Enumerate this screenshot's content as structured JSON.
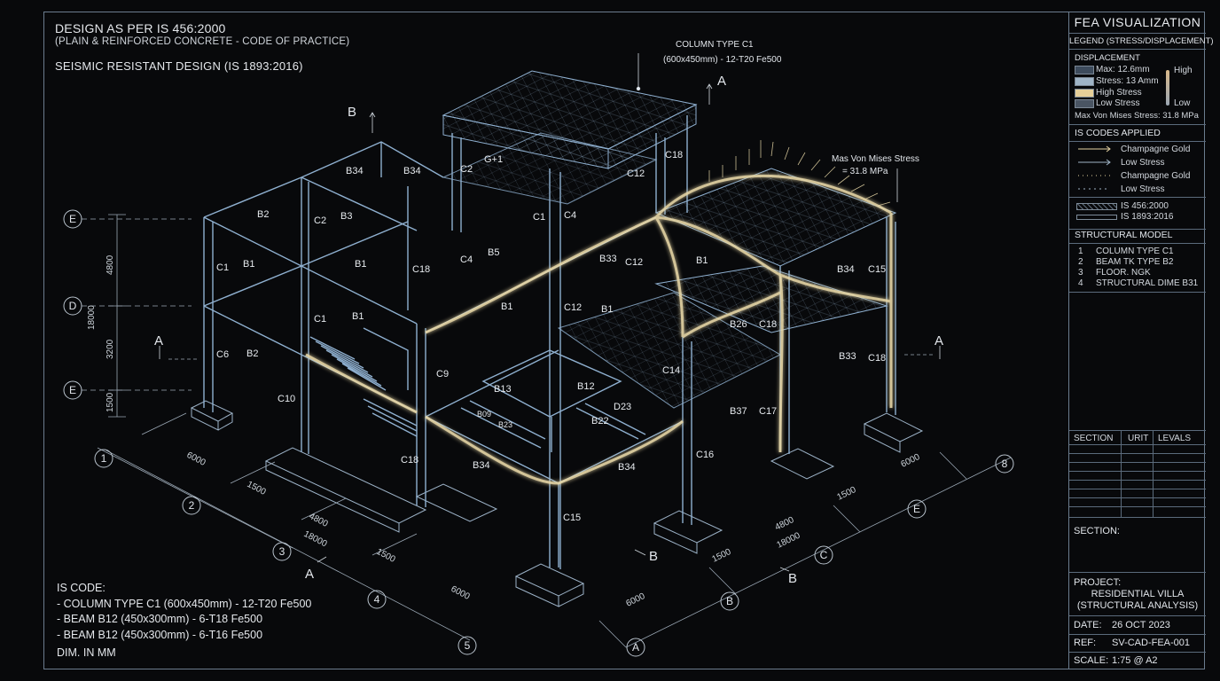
{
  "header": {
    "title": "DESIGN AS PER IS 456:2000",
    "subtitle": "(PLAIN & REINFORCED CONCRETE - CODE OF PRACTICE)",
    "seismic": "SEISMIC RESISTANT DESIGN (IS 1893:2016)"
  },
  "callouts": {
    "column_type_title": "COLUMN TYPE C1",
    "column_type_spec": "(600x450mm) - 12-T20 Fe500",
    "von_mises_title": "Mas Von Mises Stress",
    "von_mises_value": "= 31.8 MPa"
  },
  "section_marks": {
    "a": "A",
    "b": "B"
  },
  "grid_bubbles": {
    "left_col": [
      "1",
      "2",
      "3",
      "4",
      "5"
    ],
    "right_row": [
      "A",
      "B",
      "C",
      "E",
      "8"
    ],
    "vertical": [
      "E",
      "D",
      "E"
    ]
  },
  "dimensions": {
    "vertical": [
      "4800",
      "18000",
      "3200",
      "1500"
    ],
    "left_run": [
      "6000",
      "1500",
      "4800",
      "18000",
      "1500",
      "6000"
    ],
    "right_run": [
      "6000",
      "1500",
      "4800",
      "18000",
      "1500",
      "6000"
    ]
  },
  "member_labels": {
    "b34a": "B34",
    "b34b": "B34",
    "g1": "G+1",
    "c2a": "C2",
    "c12a": "C12",
    "c18a": "C18",
    "b2a": "B2",
    "c2b": "C2",
    "b3": "B3",
    "c1a": "C1",
    "c4a": "C4",
    "c1b": "C1",
    "b1a": "B1",
    "b1b": "B1",
    "c18b": "C18",
    "c4b": "C4",
    "b5": "B5",
    "b33a": "B33",
    "c12b": "C12",
    "b1c": "B1",
    "b34c": "B34",
    "c15a": "C15",
    "c1c": "C1",
    "b1d": "B1",
    "b1e": "B1",
    "c12c": "C12",
    "b1f": "B1",
    "c6": "C6",
    "b2b": "B2",
    "b26": "B26",
    "c18c": "C18",
    "b33b": "B33",
    "c18d": "C18",
    "c9": "C9",
    "b13": "B13",
    "b12": "B12",
    "c14": "C14",
    "c10": "C10",
    "b09": "B09",
    "b23": "B23",
    "b22": "B22",
    "d23": "D23",
    "b37": "B37",
    "c17": "C17",
    "c18e": "C18",
    "b34d": "B34",
    "b34e": "B34",
    "c16": "C16",
    "c15b": "C15"
  },
  "notes": {
    "heading": "IS CODE:",
    "lines": [
      "- COLUMN TYPE C1 (600x450mm) - 12-T20 Fe500",
      "- BEAM B12 (450x300mm) - 6-T18 Fe500",
      "- BEAM B12 (450x300mm) - 6-T16 Fe500"
    ],
    "units": "DIM. IN MM"
  },
  "panel": {
    "title": "FEA VISUALIZATION",
    "legend_header": "LEGEND (STRESS/DISPLACEMENT)",
    "displacement_header": "DISPLACEMENT",
    "displacement_items": [
      {
        "label": "Max: 12.6mm",
        "color": "#3d4b5c"
      },
      {
        "label": "Stress: 13 Amm",
        "color": "#9fb4c6"
      },
      {
        "label": "High Stress",
        "color": "#e6cf98"
      },
      {
        "label": "Low Stress",
        "color": "#4a5563"
      }
    ],
    "scale_high": "High",
    "scale_low": "Low",
    "max_von_mises": "Max Von Mises Stress: 31.8 MPa",
    "codes_header": "IS CODES APPLIED",
    "codes_items": [
      "Champagne Gold",
      "Low Stress",
      "Champagne Gold",
      "Low Stress"
    ],
    "code_refs": [
      "IS 456:2000",
      "IS 1893:2016"
    ],
    "model_header": "STRUCTURAL MODEL",
    "model_items": [
      {
        "n": "1",
        "label": "COLUMN TYPE C1"
      },
      {
        "n": "2",
        "label": "BEAM TK TYPE B2"
      },
      {
        "n": "3",
        "label": "FLOOR. NGK"
      },
      {
        "n": "4",
        "label": "STRUCTURAL DIME B31"
      }
    ],
    "table_headers": [
      "SECTION",
      "URIT",
      "LEVALS"
    ],
    "section_label": "SECTION:",
    "project_label": "PROJECT:",
    "project_name": "RESIDENTIAL VILLA",
    "project_sub": "(STRUCTURAL ANALYSIS)",
    "date_label": "DATE:",
    "date_value": "26 OCT 2023",
    "ref_label": "REF:",
    "ref_value": "SV-CAD-FEA-001",
    "scale_label": "SCALE:",
    "scale_value": "1:75 @ A2"
  },
  "colors": {
    "background": "#08090b",
    "wire": "#8fb0d0",
    "wire_bright": "#c9dbee",
    "stress_gold": "#e9d9a8",
    "frame": "#6b7c8e"
  }
}
